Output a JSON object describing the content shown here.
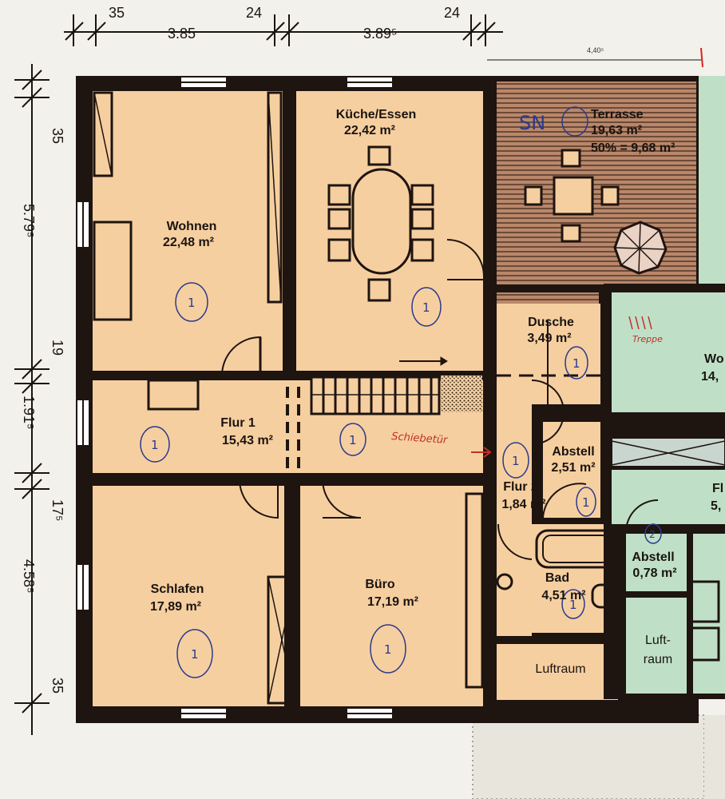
{
  "rooms": {
    "wohnen": {
      "name": "Wohnen",
      "area": "22,48 m²",
      "mark": "1"
    },
    "kueche": {
      "name": "Küche/Essen",
      "area": "22,42 m²",
      "mark": "1"
    },
    "terrasse": {
      "name": "Terrasse",
      "area": "19,63 m²",
      "note": "50% = 9,68 m²"
    },
    "dusche": {
      "name": "Dusche",
      "area": "3,49 m²",
      "mark": "1"
    },
    "flur1": {
      "name": "Flur 1",
      "area": "15,43 m²",
      "mark": "1"
    },
    "abstell": {
      "name": "Abstell",
      "area": "2,51 m²",
      "mark": "1"
    },
    "flur2": {
      "name": "Flur 2",
      "area": "1,84 m²",
      "mark": "1"
    },
    "schlafen": {
      "name": "Schlafen",
      "area": "17,89 m²",
      "mark": "1"
    },
    "buero": {
      "name": "Büro",
      "area": "17,19 m²",
      "mark": "1"
    },
    "bad": {
      "name": "Bad",
      "area": "4,51 m²",
      "mark": "1"
    },
    "luftraum": {
      "name": "Luftraum"
    },
    "abstell2": {
      "name": "Abstell",
      "area": "0,78 m²",
      "mark": "2"
    },
    "luftraum2": {
      "name": "Luft-",
      "name2": "raum"
    },
    "wo_partial": {
      "name": "Wo",
      "area": "14,"
    },
    "fl_partial": {
      "name": "Fl",
      "area": "5,"
    }
  },
  "annotations": {
    "schiebetuer": "Schiebetür",
    "treppe": "Treppe",
    "terrace_mark": "SN"
  },
  "dimensions": {
    "top": [
      "35",
      "3.85",
      "24",
      "3.89⁵",
      "24"
    ],
    "top_small": "4,40⁵",
    "left": [
      "35",
      "5.79⁵",
      "19",
      "1.91⁵",
      "17⁵",
      "4.58⁵",
      "35"
    ]
  },
  "colors": {
    "wall": "#1e1410",
    "floor": "#f6cfa0",
    "green": "#bfe0c7",
    "paper": "#f3f1ec"
  }
}
